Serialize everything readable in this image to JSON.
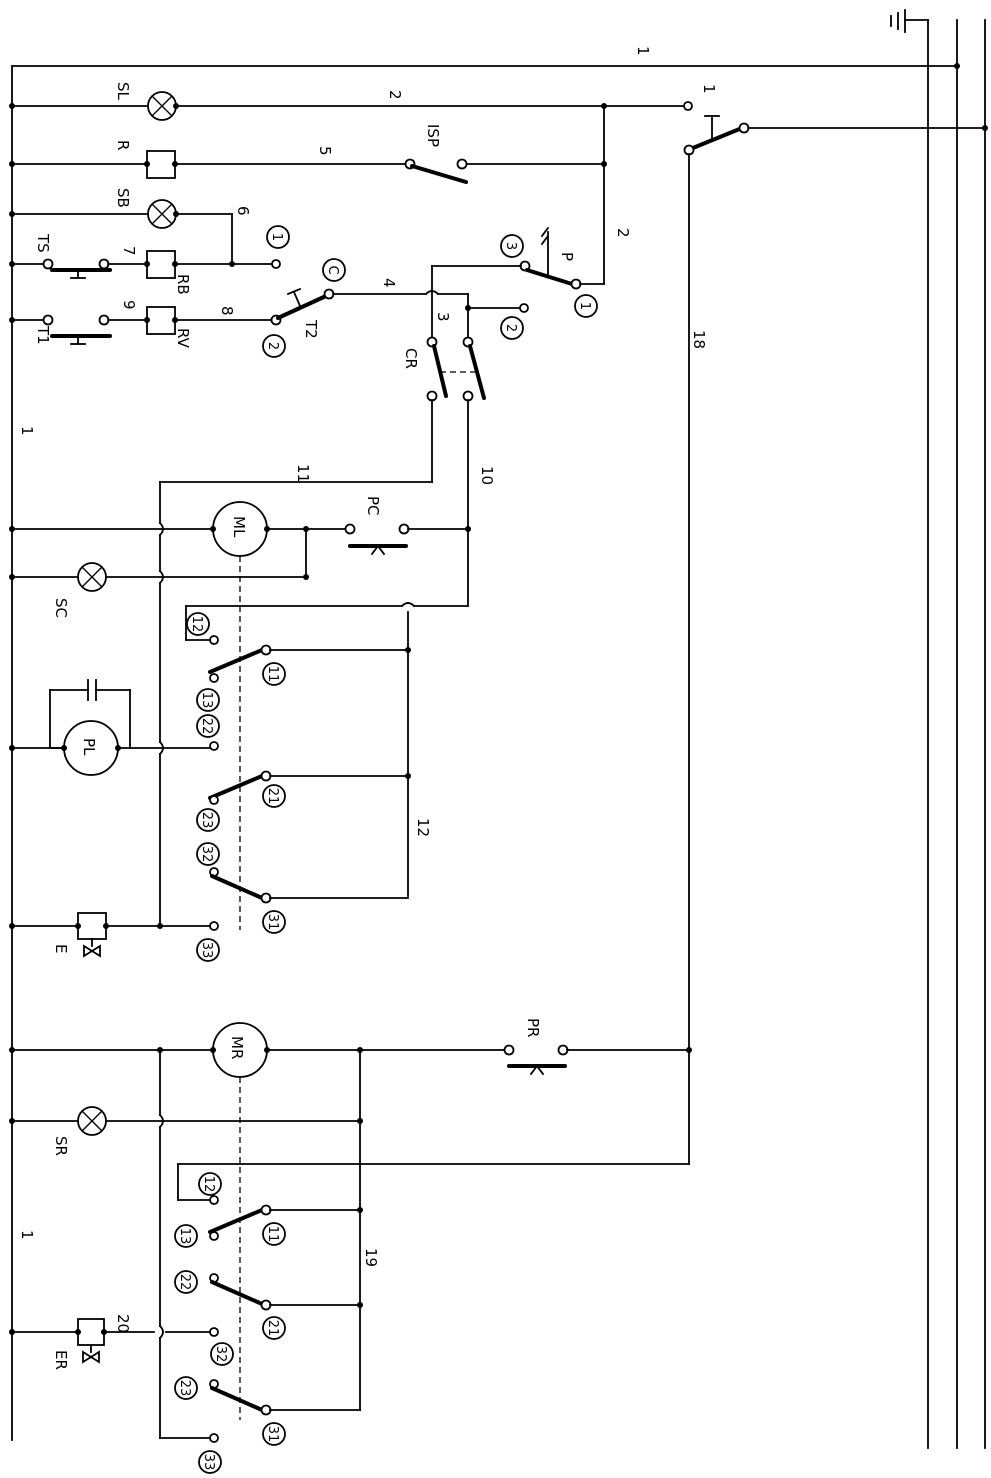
{
  "wires": {
    "w1_top": "1",
    "w2": "2",
    "w5": "5",
    "w6": "6",
    "w7": "7",
    "w9": "9",
    "w8": "8",
    "w4": "4",
    "w3": "3",
    "w2b": "2",
    "w18": "18",
    "w11": "11",
    "w10": "10",
    "w12": "12",
    "w1_left_a": "1",
    "w1_left_b": "1",
    "w19": "19",
    "w20": "20",
    "w1_sw": "1"
  },
  "components": {
    "SL": "SL",
    "R": "R",
    "ISP": "ISP",
    "SB": "SB",
    "TS": "TS",
    "RB": "RB",
    "T1": "T1",
    "RV": "RV",
    "T2": "T2",
    "P": "P",
    "CR": "CR",
    "ML": "ML",
    "PC": "PC",
    "SC": "SC",
    "PL": "PL",
    "E": "E",
    "MR": "MR",
    "PR": "PR",
    "SR": "SR",
    "ER": "ER"
  },
  "contacts": {
    "c1a": "1",
    "c1b": "1",
    "c2a": "2",
    "c2b": "2",
    "c3": "3",
    "cC": "C",
    "ml12": "12",
    "ml11": "11",
    "ml13": "13",
    "ml22": "22",
    "ml21": "21",
    "ml23": "23",
    "ml32": "32",
    "ml31": "31",
    "ml33": "33",
    "mr12": "12",
    "mr11": "11",
    "mr13": "13",
    "mr22": "22",
    "mr21": "21",
    "mr32": "32",
    "mr23": "23",
    "mr31": "31",
    "mr33": "33"
  }
}
